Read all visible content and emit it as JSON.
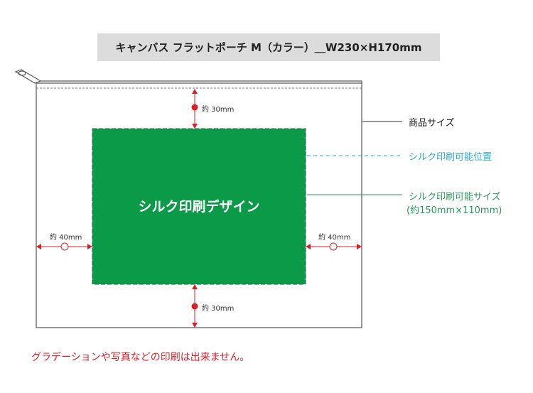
{
  "title": "キャンバス フラットポーチ M（カラー）＿W230×H170mm",
  "labels": {
    "product_size": "商品サイズ",
    "print_area": "シルク印刷可能位置",
    "print_size": "シルク印刷可能サイズ",
    "print_size_dims": "(約150mm×110mm)",
    "design": "シルク印刷デザイン"
  },
  "dimensions": {
    "top_margin": "約 30mm",
    "bottom_margin": "約 30mm",
    "left_margin": "約 40mm",
    "right_margin": "約 40mm"
  },
  "note": "グラデーションや写真などの印刷は出来ません。",
  "colors": {
    "print_green": "#0a9a48",
    "dimension_red": "#d81e27",
    "print_area_cyan": "#28a8c8",
    "print_size_green": "#2a9a5a"
  }
}
